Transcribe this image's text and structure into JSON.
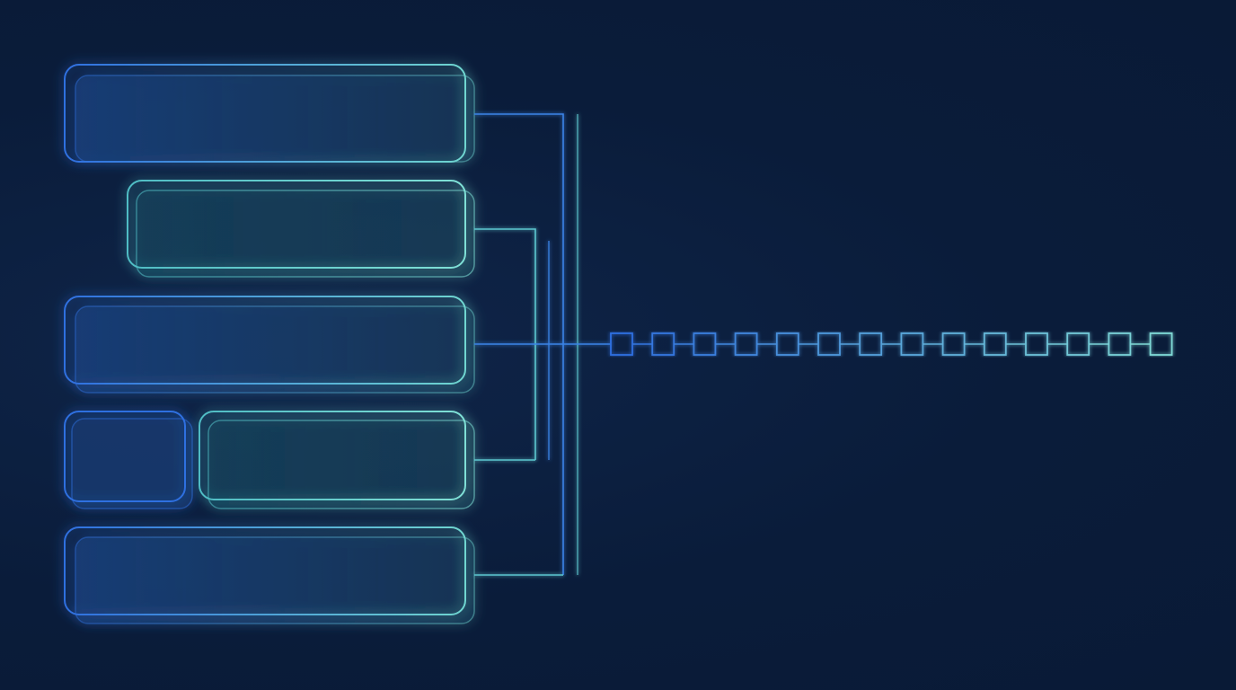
{
  "diagram": {
    "style": "neon-outline",
    "colors": {
      "background": "#0a1c3a",
      "accent_blue": "#2f6fe0",
      "accent_teal": "#6fd6d0",
      "panel_fill": "#143058"
    },
    "panels": [
      {
        "id": "panel-1"
      },
      {
        "id": "panel-2"
      },
      {
        "id": "panel-3"
      },
      {
        "id": "panel-4-small"
      },
      {
        "id": "panel-4-large"
      },
      {
        "id": "panel-5"
      }
    ],
    "connectors": [
      {
        "from": "panel-1",
        "to": "main-bus"
      },
      {
        "from": "panel-2",
        "to": "inner-bus"
      },
      {
        "from": "panel-3",
        "to": "node-chain"
      },
      {
        "from": "panel-4-large",
        "to": "inner-bus"
      },
      {
        "from": "panel-5",
        "to": "main-bus"
      }
    ],
    "node_chain": {
      "node_count": 14,
      "shape": "square-outline"
    }
  }
}
